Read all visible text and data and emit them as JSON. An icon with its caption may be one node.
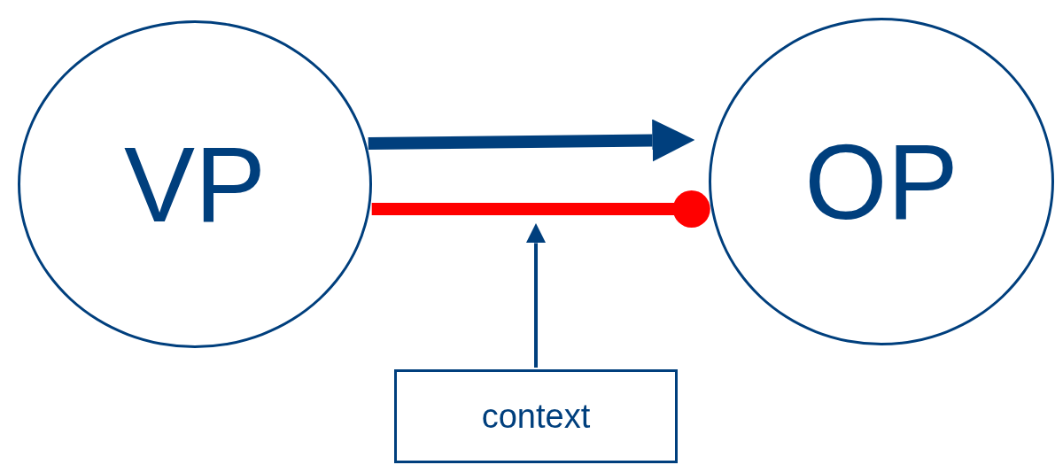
{
  "diagram": {
    "nodes": [
      {
        "text": [
          "VP"
        ]
      },
      {
        "text": [
          "OP"
        ]
      },
      {
        "text": [
          "context"
        ]
      }
    ],
    "edges": [
      {
        "from": 0,
        "to": 1,
        "arrow": "to"
      },
      {
        "from": 0,
        "to": 1,
        "arrow": "other",
        "color": "#ff0000"
      },
      {
        "from": 2,
        "to": null,
        "arrow": "to"
      }
    ]
  }
}
